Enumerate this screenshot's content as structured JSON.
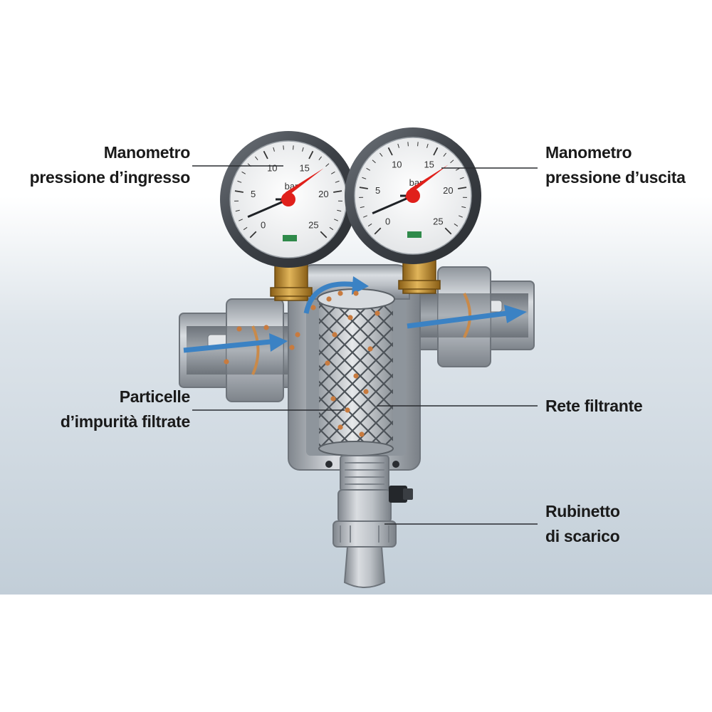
{
  "labels": {
    "inlet_gauge": [
      "Manometro",
      "pressione d’ingresso"
    ],
    "outlet_gauge": [
      "Manometro",
      "pressione d’uscita"
    ],
    "particles": [
      "Particelle",
      "d’impurità filtrate"
    ],
    "filter_mesh": [
      "Rete filtrante"
    ],
    "drain_valve": [
      "Rubinetto",
      "di scarico"
    ]
  },
  "gauge": {
    "unit": "bar",
    "ticks": [
      "0",
      "5",
      "10",
      "15",
      "20",
      "25"
    ]
  },
  "colors": {
    "background_top": "#ffffff",
    "background_bottom": "#c2ced8",
    "flow_arrow": "#3b82c4",
    "needle": "#e0201b",
    "particle": "#c87b3f",
    "fitting_brass": "#b8862b",
    "body_gray": "#b7bcc2"
  }
}
